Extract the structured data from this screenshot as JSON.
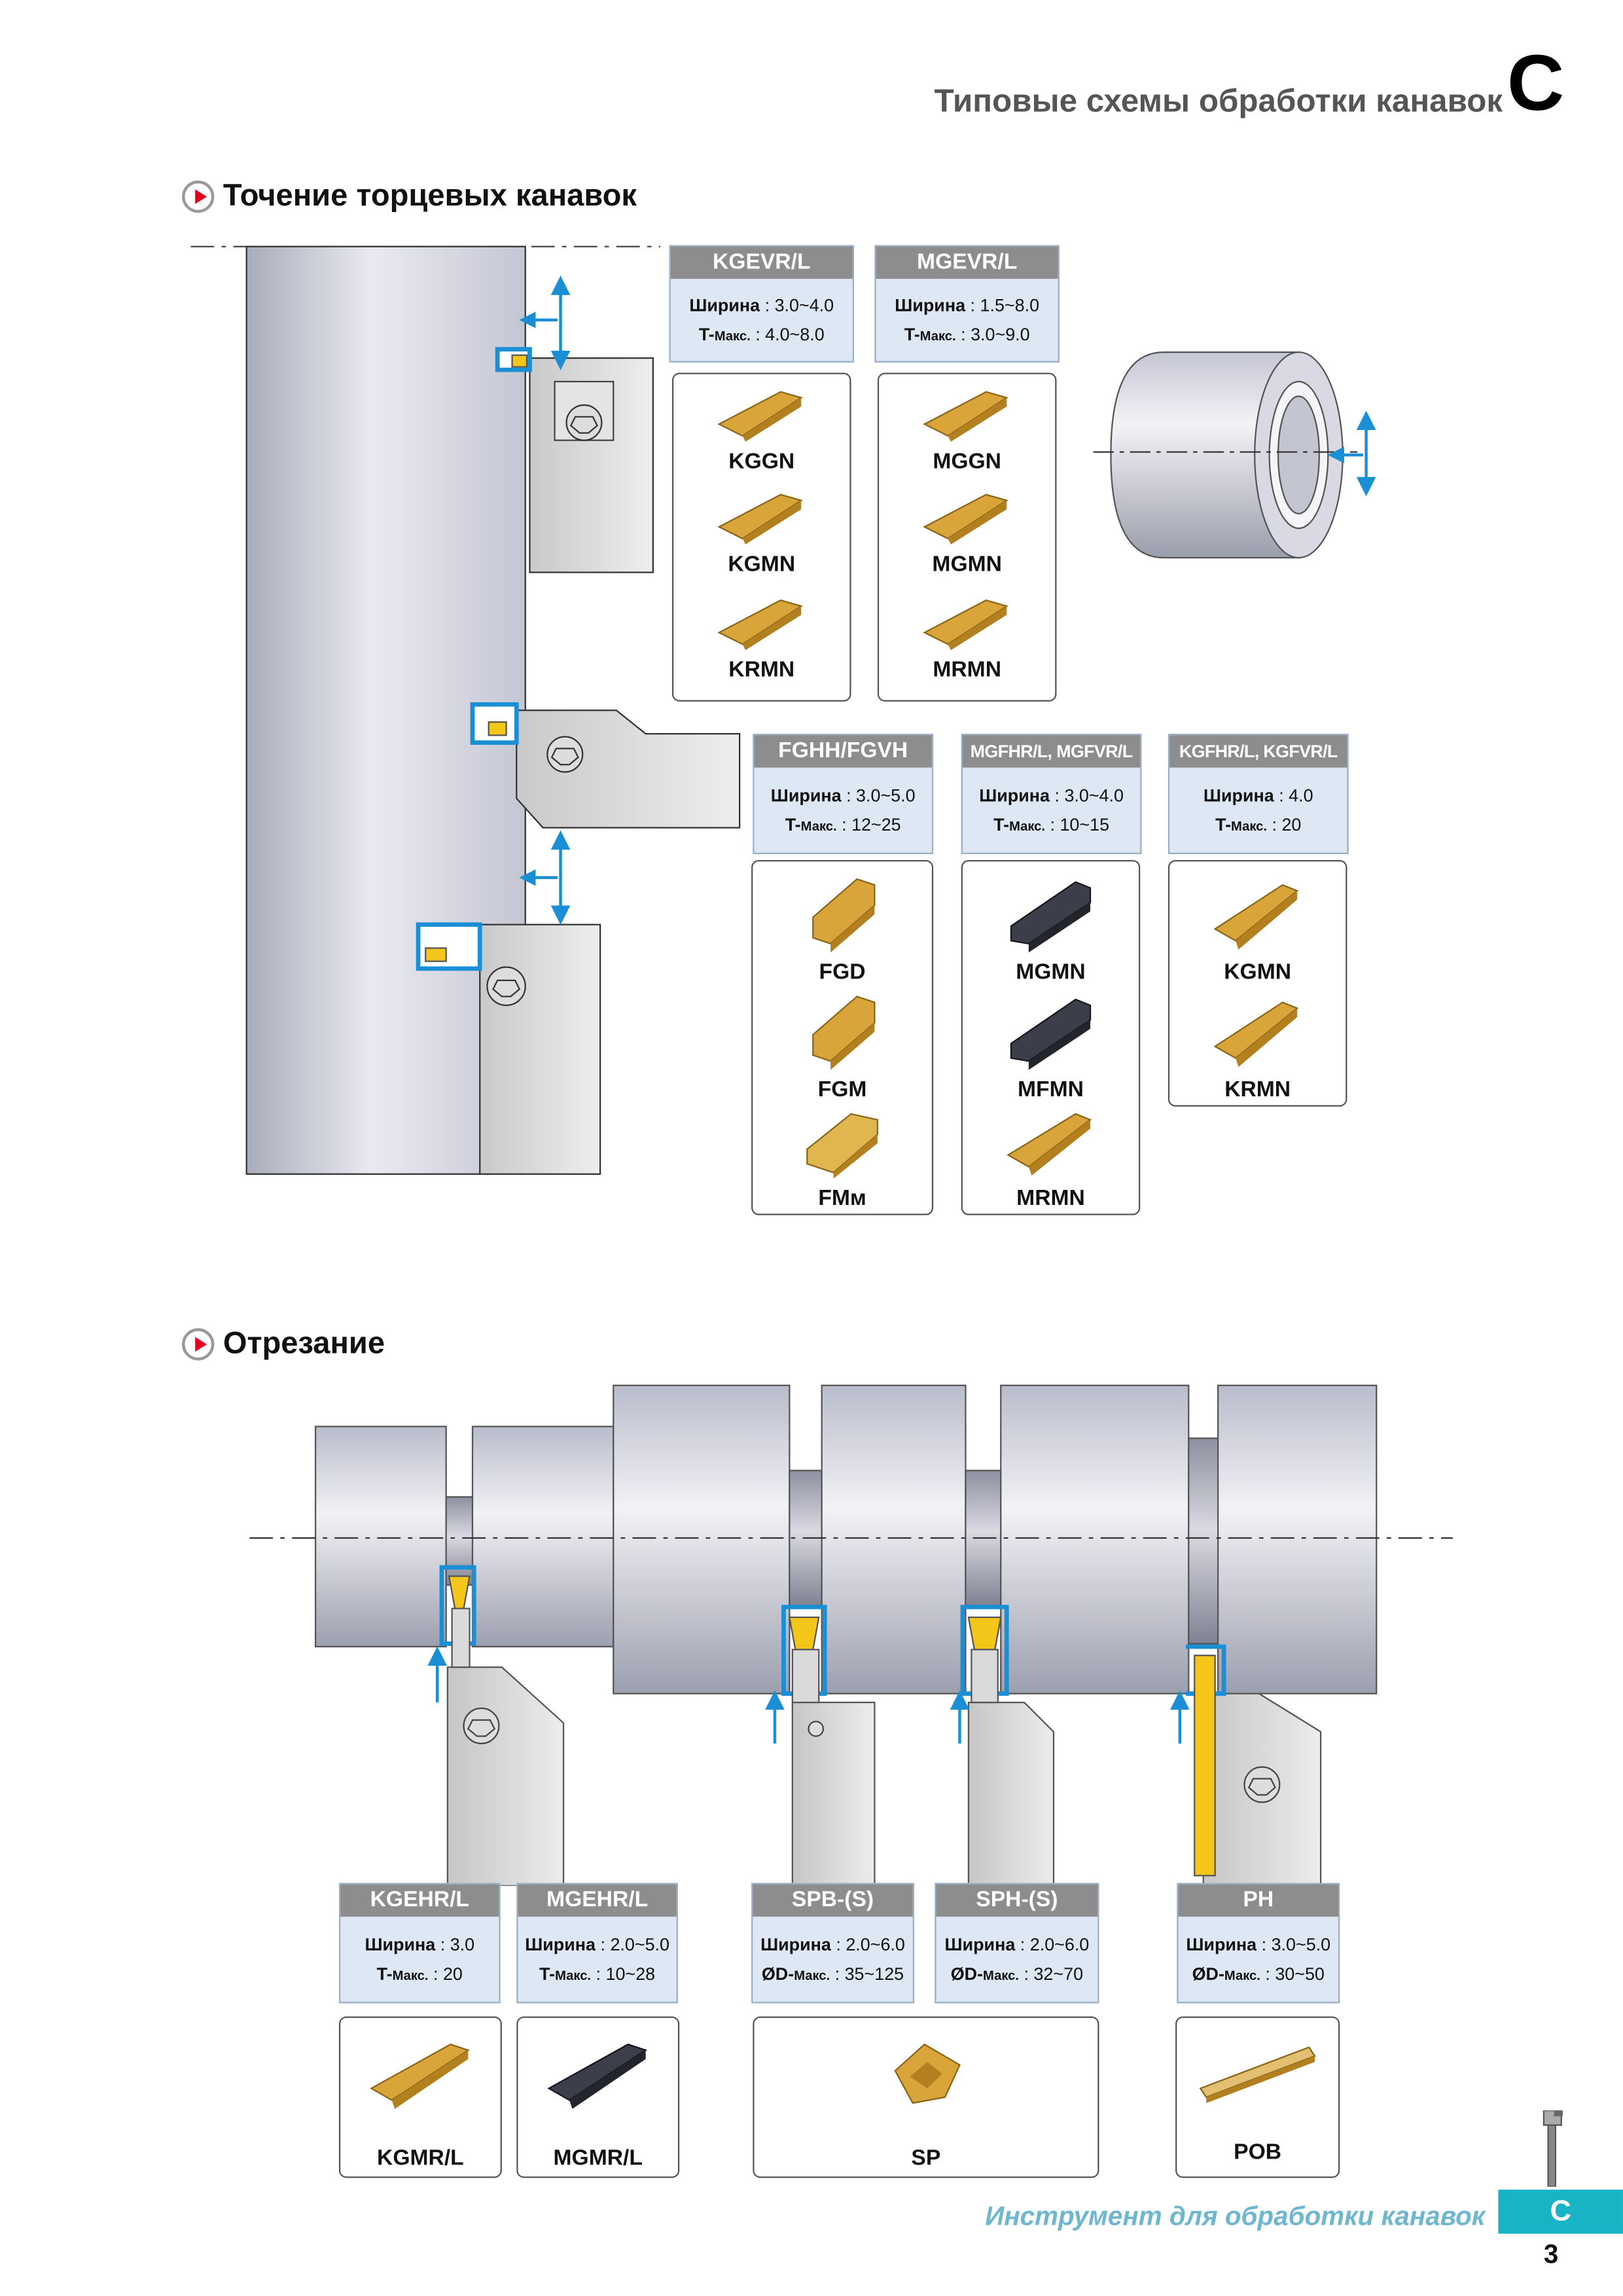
{
  "header": {
    "title": "Типовые схемы обработки канавок",
    "letter": "C"
  },
  "sections": {
    "face": {
      "title": "Точение торцевых канавок"
    },
    "cut": {
      "title": "Отрезание"
    }
  },
  "face_specs": [
    {
      "name": "KGEVR/L",
      "line1_label": "Ширина",
      "line1_value": " : 3.0~4.0",
      "line2_label": "T-",
      "line2_small": "Макс.",
      "line2_value": " : 4.0~8.0"
    },
    {
      "name": "MGEVR/L",
      "line1_label": "Ширина",
      "line1_value": " : 1.5~8.0",
      "line2_label": "T-",
      "line2_small": "Макс.",
      "line2_value": " : 3.0~9.0"
    },
    {
      "name": "FGHH/FGVH",
      "line1_label": "Ширина",
      "line1_value": " : 3.0~5.0",
      "line2_label": "T-",
      "line2_small": "Макс.",
      "line2_value": " : 12~25"
    },
    {
      "name": "MGFHR/L, MGFVR/L",
      "line1_label": "Ширина",
      "line1_value": " : 3.0~4.0",
      "line2_label": "T-",
      "line2_small": "Макс.",
      "line2_value": " : 10~15"
    },
    {
      "name": "KGFHR/L, KGFVR/L",
      "line1_label": "Ширина",
      "line1_value": " : 4.0",
      "line2_label": "T-",
      "line2_small": "Макс.",
      "line2_value": " : 20"
    }
  ],
  "face_inserts": [
    [
      "KGGN",
      "KGMN",
      "KRMN"
    ],
    [
      "MGGN",
      "MGMN",
      "MRMN"
    ],
    [
      "FGD",
      "FGM",
      "FMм"
    ],
    [
      "MGMN",
      "MFMN",
      "MRMN"
    ],
    [
      "KGMN",
      "KRMN"
    ]
  ],
  "cut_specs": [
    {
      "name": "KGEHR/L",
      "line1_label": "Ширина",
      "line1_value": " : 3.0",
      "line2_label": "T-",
      "line2_small": "Макс.",
      "line2_value": " : 20"
    },
    {
      "name": "MGEHR/L",
      "line1_label": "Ширина",
      "line1_value": " : 2.0~5.0",
      "line2_label": "T-",
      "line2_small": "Макс.",
      "line2_value": " : 10~28"
    },
    {
      "name": "SPB-(S)",
      "line1_label": "Ширина",
      "line1_value": " : 2.0~6.0",
      "line2_label": "ØD-",
      "line2_small": "Макс.",
      "line2_value": " : 35~125"
    },
    {
      "name": "SPH-(S)",
      "line1_label": "Ширина",
      "line1_value": " : 2.0~6.0",
      "line2_label": "ØD-",
      "line2_small": "Макс.",
      "line2_value": " : 32~70"
    },
    {
      "name": "PH",
      "line1_label": "Ширина",
      "line1_value": " : 3.0~5.0",
      "line2_label": "ØD-",
      "line2_small": "Макс.",
      "line2_value": " : 30~50"
    }
  ],
  "cut_inserts": [
    "KGMR/L",
    "MGMR/L",
    "SP",
    "POB"
  ],
  "footer": {
    "text": "Инструмент для обработки канавок",
    "badge": "C",
    "page": "3"
  },
  "colors": {
    "accent_blue": "#1b8fd6",
    "insert_gold": "#d9a43a",
    "insert_dark": "#3c3f4a",
    "footer_teal": "#19b3c6"
  }
}
